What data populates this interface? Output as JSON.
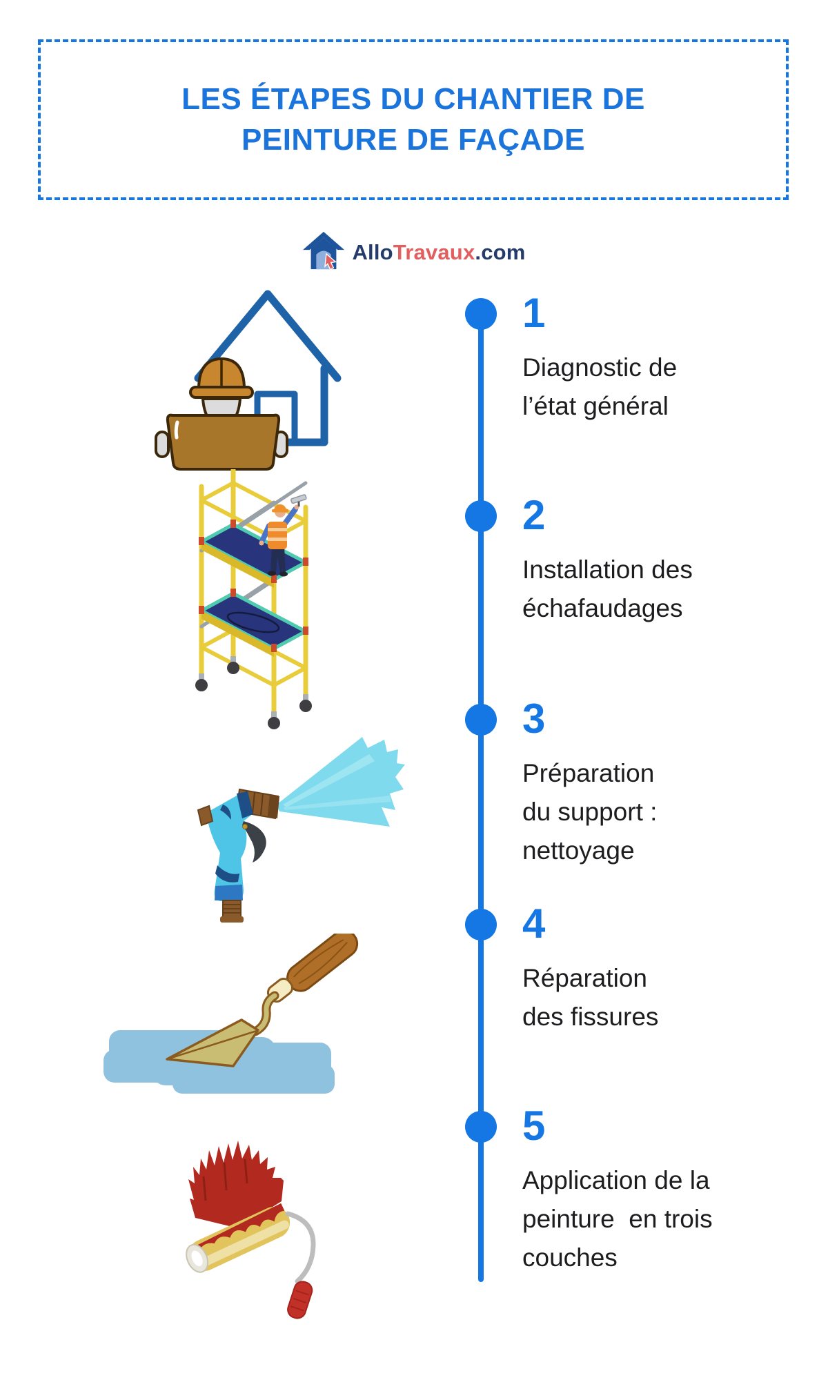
{
  "title": {
    "line1": "LES ÉTAPES DU CHANTIER DE",
    "line2": "PEINTURE DE FAÇADE"
  },
  "logo": {
    "part1": "Allo",
    "part2": "Travaux",
    "part3": ".com"
  },
  "colors": {
    "accent_blue": "#1577E3",
    "title_blue": "#1A74DB",
    "logo_navy": "#243B6B",
    "logo_coral": "#E25F5F",
    "text": "#1D1D1F"
  },
  "steps": [
    {
      "number": "1",
      "label": "Diagnostic de\nl’état général",
      "illustration": "worker-with-clipboard-and-house"
    },
    {
      "number": "2",
      "label": "Installation des\néchafaudages",
      "illustration": "scaffolding-with-worker"
    },
    {
      "number": "3",
      "label": "Préparation\ndu support :\nnettoyage",
      "illustration": "water-spray-nozzle"
    },
    {
      "number": "4",
      "label": "Réparation\ndes fissures",
      "illustration": "trowel-with-plaster"
    },
    {
      "number": "5",
      "label": "Application de la\npeinture  en trois\ncouches",
      "illustration": "paint-roller"
    }
  ]
}
